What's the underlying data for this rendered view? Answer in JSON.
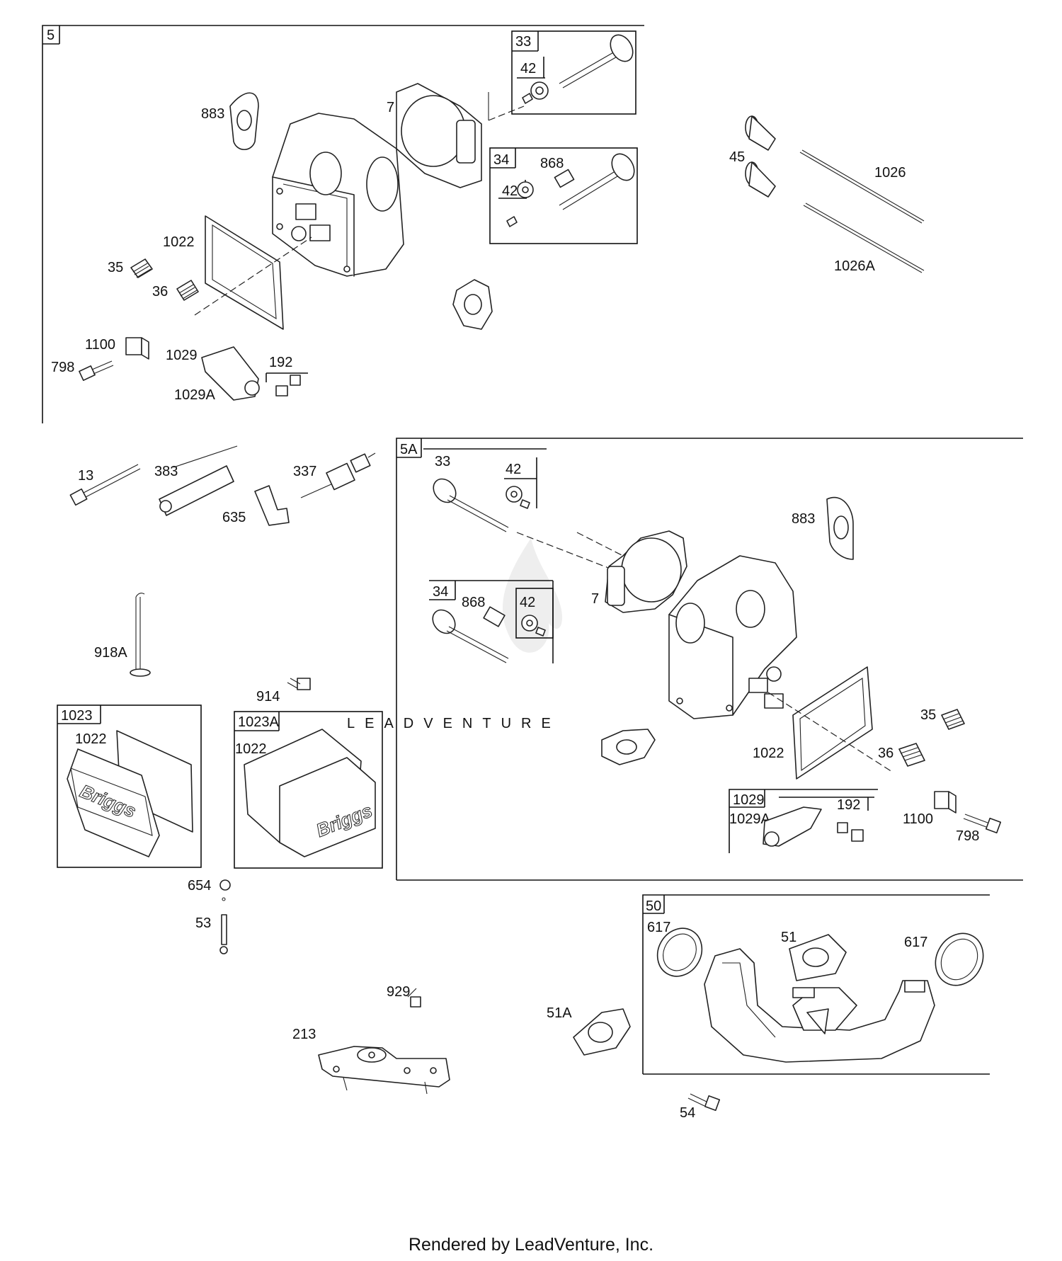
{
  "watermark": "LEADVENTURE",
  "footer": "Rendered by LeadVenture, Inc.",
  "groups": {
    "g5": "5",
    "g33": "33",
    "g42a": "42",
    "g34": "34",
    "g42b": "42",
    "g192": "192",
    "g5a": "5A",
    "g5a_33": "33",
    "g5a_42": "42",
    "g5a_34": "34",
    "g5a_42b": "42",
    "g1023": "1023",
    "g1023a": "1023A",
    "g1029": "1029",
    "g192b": "192",
    "g50": "50"
  },
  "labels": {
    "l883": "883",
    "l7": "7",
    "l868": "868",
    "l45": "45",
    "l1026": "1026",
    "l1026a": "1026A",
    "l1022": "1022",
    "l35": "35",
    "l36": "36",
    "l1100": "1100",
    "l798": "798",
    "l1029": "1029",
    "l1029a": "1029A",
    "l13": "13",
    "l383": "383",
    "l337": "337",
    "l635": "635",
    "l918a": "918A",
    "l914": "914",
    "l1022b": "1022",
    "l1022c": "1022",
    "l654": "654",
    "l53": "53",
    "l929": "929",
    "l213": "213",
    "l51a": "51A",
    "l54": "54",
    "l5a_868": "868",
    "l5a_883": "883",
    "l5a_7": "7",
    "l5a_1022": "1022",
    "l5a_35": "35",
    "l5a_36": "36",
    "l5a_1029a": "1029A",
    "l5a_1100": "1100",
    "l5a_798": "798",
    "l617a": "617",
    "l51": "51",
    "l617b": "617"
  }
}
